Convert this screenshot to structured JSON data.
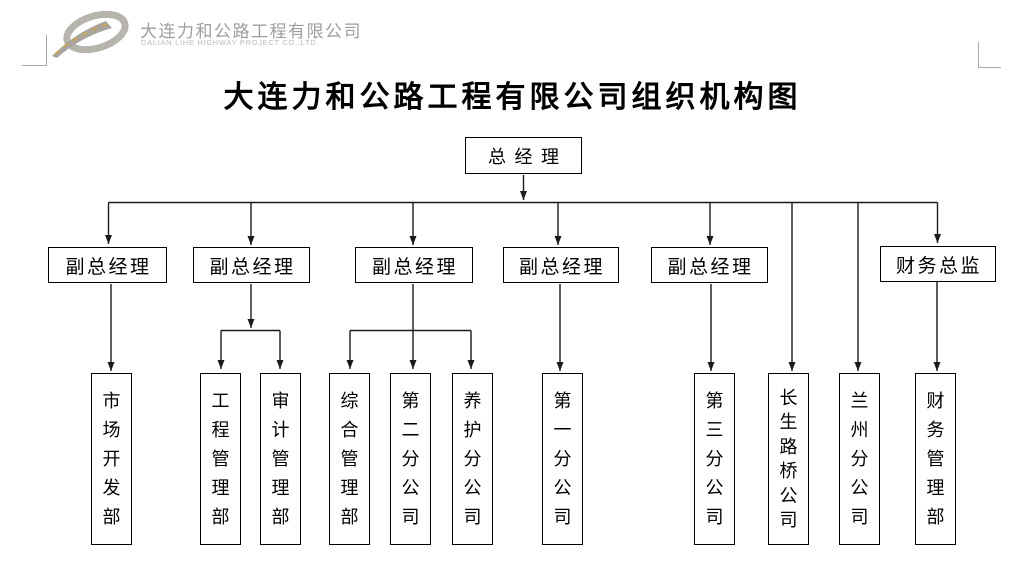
{
  "colors": {
    "line": "#1a1a1a",
    "box_border": "#000000",
    "background": "#ffffff",
    "logo_gray": "#b4b0aa",
    "logo_text_gray": "#9e9e9e",
    "logo_road_yellow": "#d2a63e",
    "crop_mark_gray": "#a8a8a8"
  },
  "icons": {
    "logo": "road-swoosh-icon"
  },
  "logo": {
    "company_cn": "大连力和公路工程有限公司",
    "company_en": "DALIAN LIHE HIGHWAY PROJECT CO.,LTD"
  },
  "title": "大连力和公路工程有限公司组织机构图",
  "org": {
    "root": {
      "label": "总 经 理"
    },
    "managers": [
      {
        "label": "副总经理",
        "reports": [
          "市场开发部"
        ]
      },
      {
        "label": "副总经理",
        "reports": [
          "工程管理部",
          "审计管理部"
        ]
      },
      {
        "label": "副总经理",
        "reports": [
          "综合管理部",
          "第二分公司",
          "养护分公司"
        ]
      },
      {
        "label": "副总经理",
        "reports": [
          "第一分公司"
        ]
      },
      {
        "label": "副总经理",
        "reports": [
          "第三分公司"
        ]
      },
      {
        "label": "财务总监",
        "reports": [
          "财务管理部"
        ]
      }
    ],
    "direct_units": [
      "长生路桥公司",
      "兰州分公司"
    ]
  }
}
